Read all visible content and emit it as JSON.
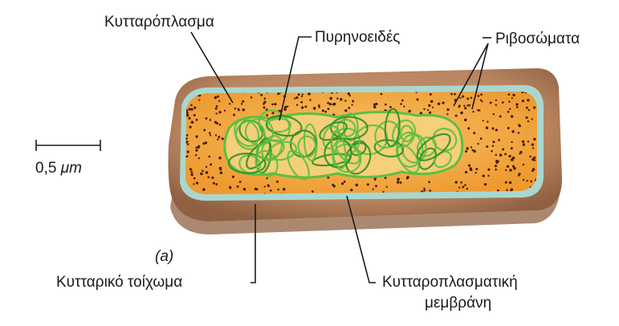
{
  "labels": {
    "cytoplasm": "Κυτταρόπλασμα",
    "nucleoid": "Πυρηνοειδές",
    "ribosomes": "Ριβοσώματα",
    "cell_wall": "Κυτταρικό τοίχωμα",
    "cytoplasmic_membrane_line1": "Κυτταροπλασματική",
    "cytoplasmic_membrane_line2": "μεμβράνη",
    "panel_tag": "(a)"
  },
  "scale_bar": {
    "value": "0,5",
    "unit": "μm"
  },
  "colors": {
    "cell_wall": "#b88560",
    "cell_wall_shadow": "#8f6142",
    "membrane": "#a9d7cf",
    "cytoplasm": "#f0a43a",
    "cytoplasm_light": "#f8c46a",
    "ribosome": "#4a1d0c",
    "nucleoid_fill": "#f5cf7a",
    "nucleoid_strand": "#5dbf3f",
    "nucleoid_strand_dark": "#2f8f2a",
    "leader_line": "#1a1a1a"
  }
}
